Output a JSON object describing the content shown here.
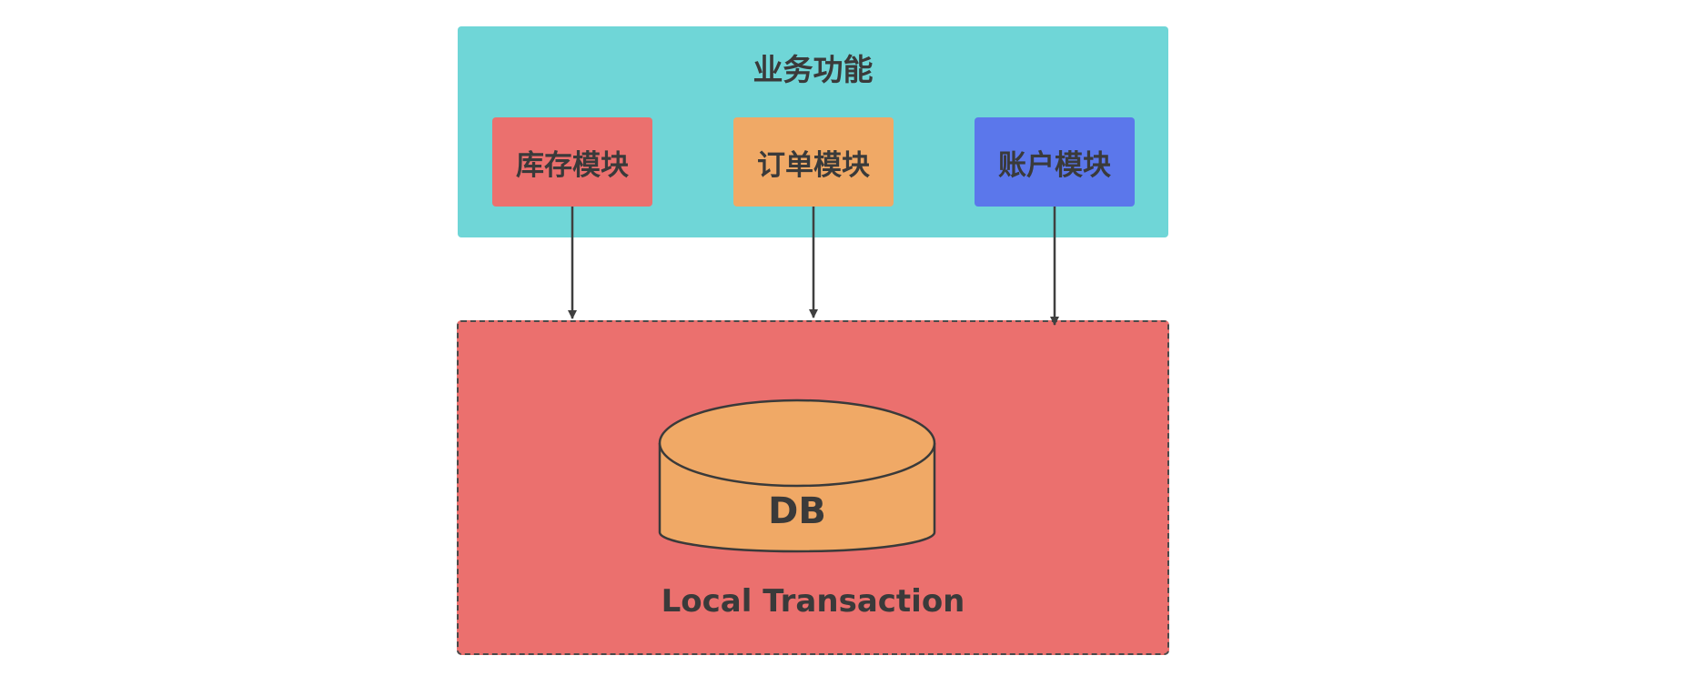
{
  "business": {
    "title": "业务功能",
    "color": "#6fd6d7",
    "modules": [
      {
        "label": "库存模块",
        "color": "#eb706e"
      },
      {
        "label": "订单模块",
        "color": "#f0a966"
      },
      {
        "label": "账户模块",
        "color": "#5b77eb"
      }
    ]
  },
  "transaction": {
    "label": "Local Transaction",
    "color": "#eb706e",
    "border_style": "dashed"
  },
  "database": {
    "label": "DB",
    "color": "#f0a966"
  },
  "arrows": [
    {
      "from": "库存模块",
      "to": "Local Transaction"
    },
    {
      "from": "订单模块",
      "to": "Local Transaction"
    },
    {
      "from": "账户模块",
      "to": "Local Transaction"
    }
  ]
}
